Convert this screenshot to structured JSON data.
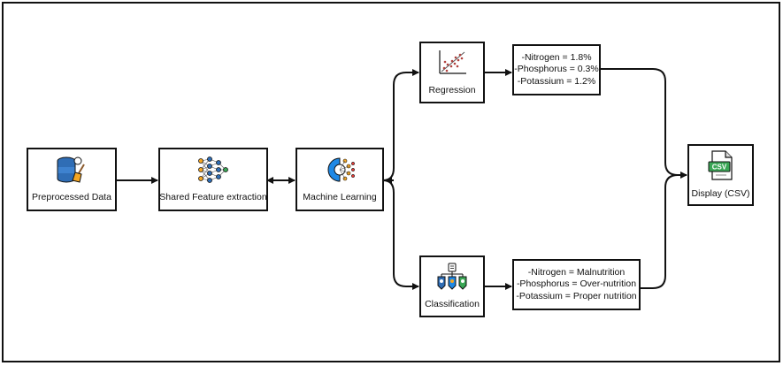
{
  "nodes": {
    "preprocessed": {
      "label": "Preprocessed Data",
      "icon": "database-broom-icon"
    },
    "shared": {
      "label": "Shared Feature extraction",
      "icon": "neural-network-icon"
    },
    "ml": {
      "label": "Machine Learning",
      "icon": "gear-brain-icon"
    },
    "regression": {
      "label": "Regression",
      "icon": "scatter-plot-icon"
    },
    "classification": {
      "label": "Classification",
      "icon": "hierarchy-icon"
    },
    "display": {
      "label": "Display (CSV)",
      "icon": "csv-file-icon",
      "badge": "CSV"
    }
  },
  "regression_output": {
    "lines": [
      "-Nitrogen = 1.8%",
      "-Phosphorus = 0.3%",
      "-Potassium = 1.2%"
    ]
  },
  "classification_output": {
    "lines": [
      "-Nitrogen = Malnutrition",
      "-Phosphorus = Over-nutrition",
      "-Potassium = Proper nutrition"
    ]
  },
  "colors": {
    "database_blue": "#2f6db5",
    "accent_blue": "#1e88e5",
    "accent_orange": "#f5a623",
    "scatter_red": "#b0413e",
    "csv_green": "#3aa655",
    "border": "#111111"
  }
}
